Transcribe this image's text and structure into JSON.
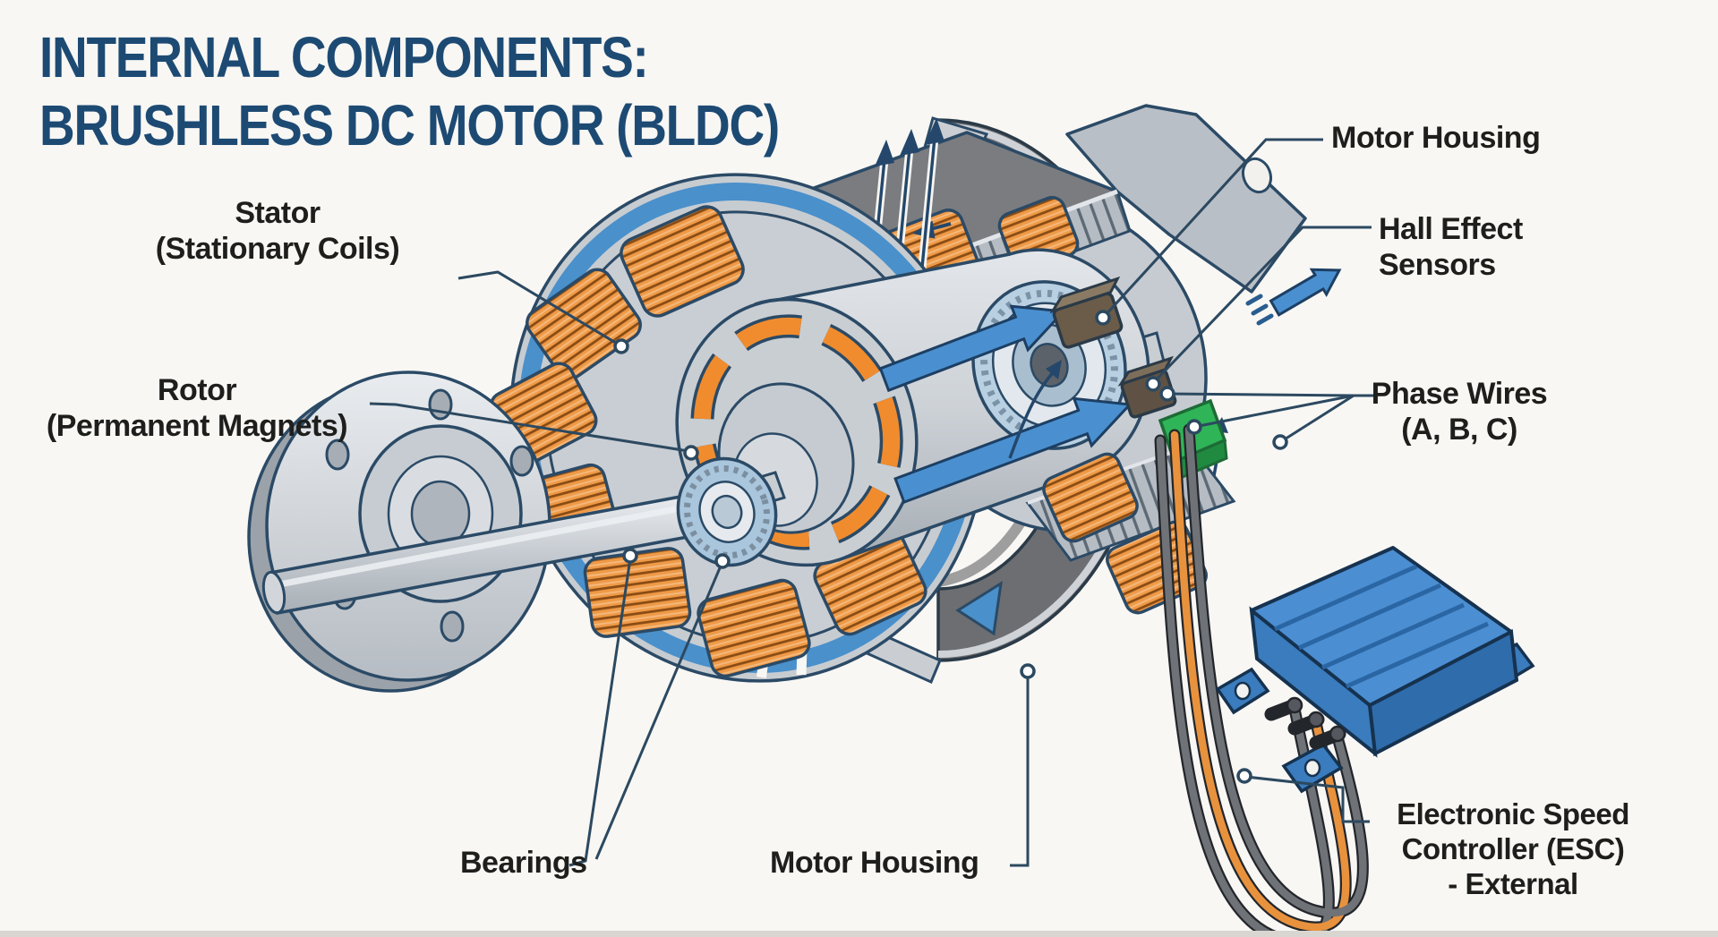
{
  "title": {
    "line1": "INTERNAL COMPONENTS:",
    "line2": "BRUSHLESS DC MOTOR (BLDC)"
  },
  "labels": {
    "stator": {
      "line1": "Stator",
      "line2": "(Stationary Coils)"
    },
    "rotor": {
      "line1": "Rotor",
      "line2": "(Permanent Magnets)"
    },
    "motor_housing_top": "Motor Housing",
    "hall_sensors": {
      "line1": "Hall Effect",
      "line2": "Sensors"
    },
    "phase_wires": {
      "line1": "Phase Wires",
      "line2": "(A, B, C)"
    },
    "bearings": "Bearings",
    "motor_housing_bottom": "Motor Housing",
    "esc": {
      "line1": "Electronic Speed",
      "line2": "Controller (ESC)",
      "line3": "- External"
    }
  },
  "colors": {
    "background": "#f8f7f4",
    "title_navy": "#1d4a73",
    "label_black": "#1e1e1c",
    "leader_line": "#2c4960",
    "outline_navy": "#2b4a66",
    "stator_blue": "#4a90cb",
    "arrow_blue": "#4a90d0",
    "coil_orange": "#ef9a47",
    "magnet_orange": "#f08c2e",
    "housing_dark_gray": "#6c6e72",
    "metal_light_gray": "#d6dade",
    "pcb_green": "#2fb457",
    "wire_orange": "#e8923e",
    "wire_gray": "#6f7277",
    "esc_blue": "#4b8ed2",
    "hall_sensor_brown": "#6b5b49"
  }
}
